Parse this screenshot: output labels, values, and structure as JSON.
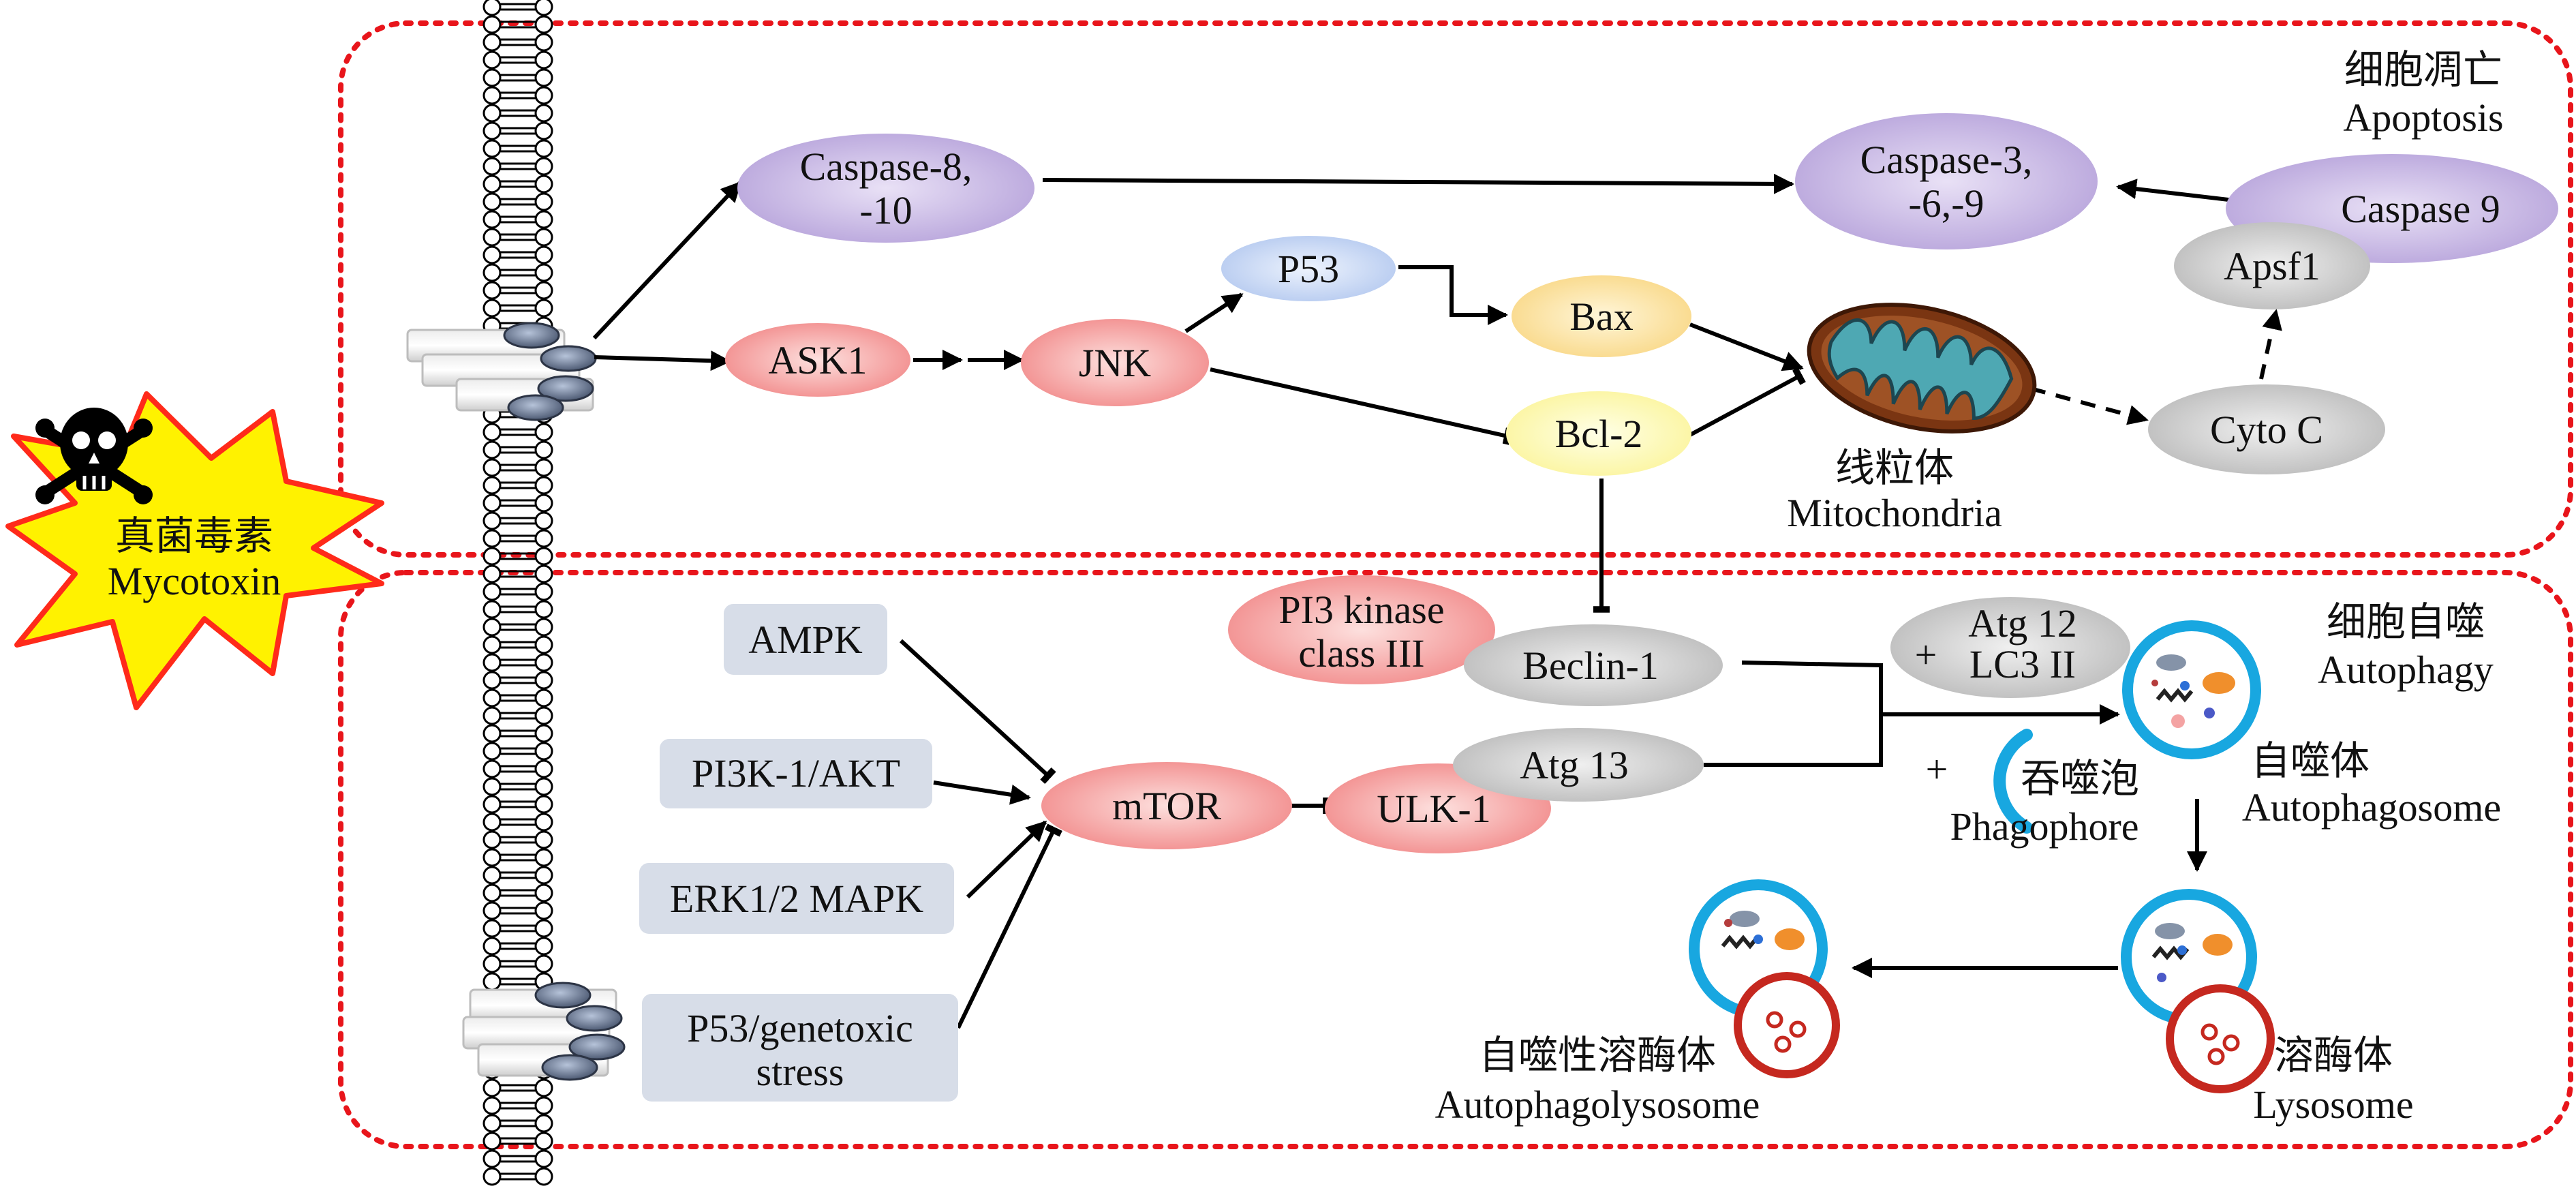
{
  "regions": {
    "apoptosis": {
      "zh": "细胞凋亡",
      "en": "Apoptosis"
    },
    "autophagy": {
      "zh": "细胞自噬",
      "en": "Autophagy"
    }
  },
  "toxin": {
    "zh": "真菌毒素",
    "en": "Mycotoxin"
  },
  "nodes": {
    "caspase810": [
      "Caspase-8,",
      "-10"
    ],
    "caspase369": [
      "Caspase-3,",
      "-6,-9"
    ],
    "caspase9": "Caspase 9",
    "apsf1": "Apsf1",
    "p53": "P53",
    "ask1": "ASK1",
    "jnk": "JNK",
    "bax": "Bax",
    "bcl2": "Bcl-2",
    "cytoc": "Cyto C",
    "pi3k": [
      "PI3 kinase",
      "class III"
    ],
    "beclin1": "Beclin-1",
    "atg12": [
      "Atg 12",
      "LC3 II"
    ],
    "atg12_plus": "+",
    "atg13": "Atg 13",
    "ampk": "AMPK",
    "pi3k_akt": "PI3K-1/AKT",
    "erk": "ERK1/2 MAPK",
    "p53_stress": [
      "P53/genetoxic",
      "stress"
    ],
    "mtor": "mTOR",
    "ulk1": "ULK-1"
  },
  "structures": {
    "mitochondria": {
      "zh": "线粒体",
      "en": "Mitochondria"
    },
    "phagophore": {
      "zh": "吞噬泡",
      "en": "Phagophore",
      "plus": "+"
    },
    "autophagosome": {
      "zh": "自噬体",
      "en": "Autophagosome"
    },
    "lysosome": {
      "zh": "溶酶体",
      "en": "Lysosome"
    },
    "autophagolysosome": {
      "zh": "自噬性溶酶体",
      "en": "Autophagolysosome"
    }
  },
  "colors": {
    "purple": "#c4b3e0",
    "red": "#f49a9a",
    "blue": "#bcd0f2",
    "yellow": "#fbe29c",
    "light_yellow": "#fdfab4",
    "gray": "#c9c9c9",
    "box": "#d7dde8",
    "dotted_border": "#e8151b",
    "star": "#fff200",
    "star_border": "#ff2a1a",
    "vesicle": "#18a7e0",
    "lysosome": "#c5281f"
  }
}
